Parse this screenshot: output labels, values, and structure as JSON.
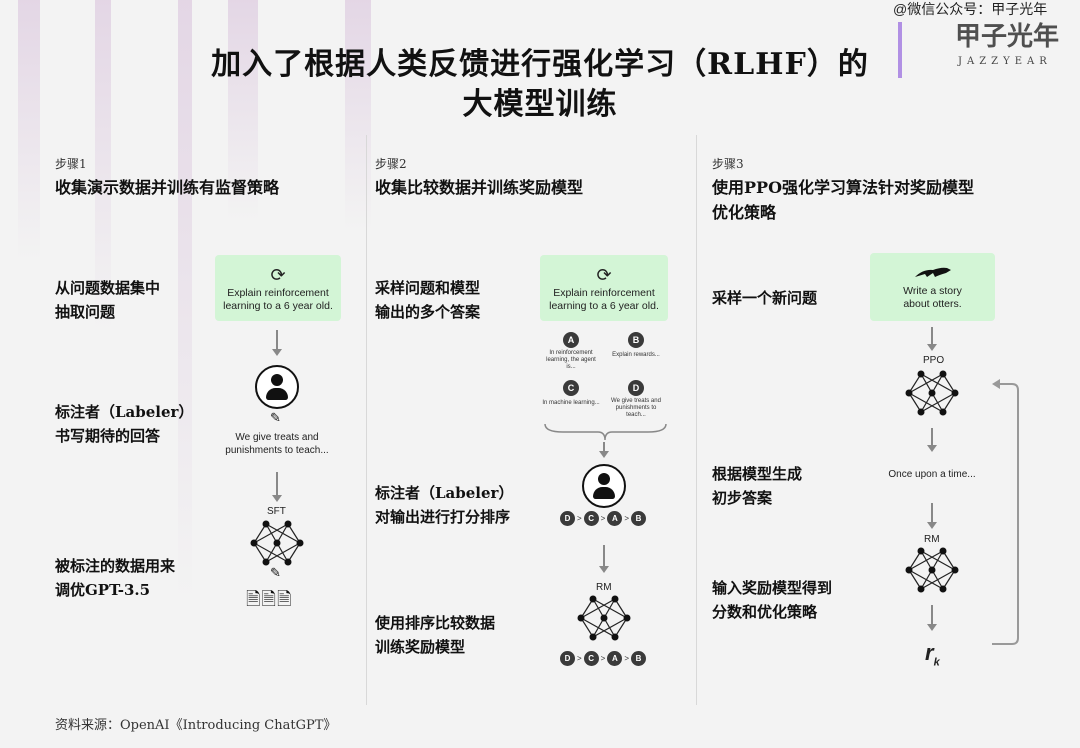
{
  "title": {
    "line1": "加入了根据人类反馈进行强化学习（RLHF）的",
    "line2": "大模型训练"
  },
  "watermark": {
    "text": "@微信公众号：甲子光年",
    "logo_cn": "甲子光年",
    "logo_en": "JAZZYEAR"
  },
  "steps": [
    {
      "step": "步骤1",
      "title": "收集演示数据并训练有监督策略",
      "labels": [
        [
          "从问题数据集中",
          "抽取问题"
        ],
        [
          "标注者（Labeler）",
          "书写期待的回答"
        ],
        [
          "被标注的数据用来",
          "调优GPT-3.5"
        ]
      ],
      "prompt": "Explain reinforcement learning to a 6 year old.",
      "answer": "We give treats and punishments to teach...",
      "model": "SFT"
    },
    {
      "step": "步骤2",
      "title": "收集比较数据并训练奖励模型",
      "labels": [
        [
          "采样问题和模型",
          "输出的多个答案"
        ],
        [
          "标注者（Labeler）",
          "对输出进行打分排序"
        ],
        [
          "使用排序比较数据",
          "训练奖励模型"
        ]
      ],
      "prompt": "Explain reinforcement learning to a 6 year old.",
      "answers": [
        {
          "k": "A",
          "t": "In reinforcement learning, the agent is..."
        },
        {
          "k": "B",
          "t": "Explain rewards..."
        },
        {
          "k": "C",
          "t": "In machine learning..."
        },
        {
          "k": "D",
          "t": "We give treats and punishments to teach..."
        }
      ],
      "ranking": [
        "D",
        "C",
        "A",
        "B"
      ],
      "sep": ">",
      "model": "RM"
    },
    {
      "step": "步骤3",
      "title1": "使用PPO强化学习算法针对奖励模型",
      "title2": "优化策略",
      "labels": [
        [
          "采样一个新问题"
        ],
        [
          "根据模型生成",
          "初步答案"
        ],
        [
          "输入奖励模型得到",
          "分数和优化策略"
        ]
      ],
      "prompt": "Write a story about otters.",
      "policy": "PPO",
      "output": "Once upon a time...",
      "model": "RM",
      "reward": "r",
      "reward_sub": "k"
    }
  ],
  "footer": "资料来源：OpenAI《Introducing ChatGPT》"
}
